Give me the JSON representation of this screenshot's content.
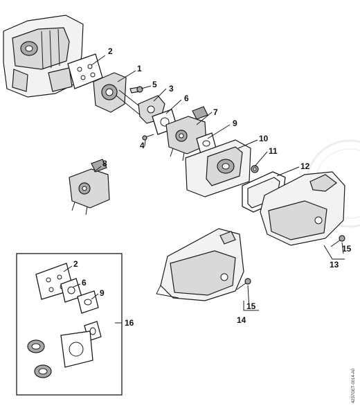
{
  "callouts": {
    "c1": "1",
    "c2": "2",
    "c3": "3",
    "c4": "4",
    "c5": "5",
    "c6": "6",
    "c7": "7",
    "c8": "8",
    "c9": "9",
    "c10": "10",
    "c11": "11",
    "c12": "12",
    "c13": "13",
    "c14": "14",
    "c15a": "15",
    "c15b": "15",
    "c16": "16"
  },
  "kit_callouts": {
    "k2": "2",
    "k6": "6",
    "k9": "9"
  },
  "document_id": "4237GET-0014-A0"
}
